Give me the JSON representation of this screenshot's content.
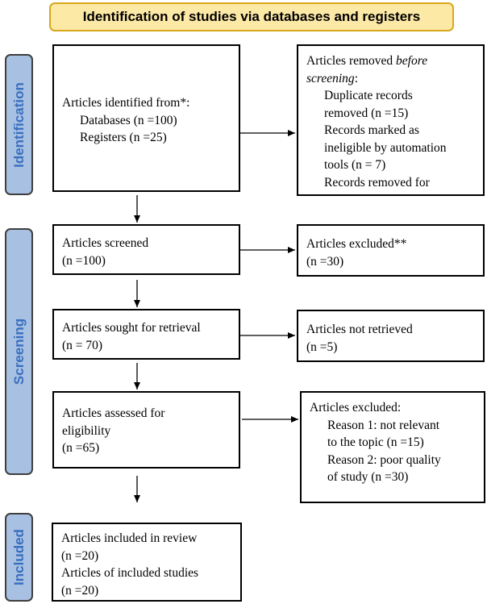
{
  "header": {
    "title": "Identification of studies via databases and registers"
  },
  "phases": {
    "identification": "Identification",
    "screening": "Screening",
    "included": "Included"
  },
  "boxes": {
    "identified": {
      "line1": "Articles identified from*:",
      "databases": "Databases (n =100)",
      "registers": "Registers (n =25)"
    },
    "removed": {
      "prefix": "Articles removed ",
      "emph": "before screening",
      "suffix": ":",
      "duplicate_1": "Duplicate records",
      "duplicate_2": "removed (n =15)",
      "ineligible_1": "Records marked as",
      "ineligible_2": "ineligible by automation",
      "ineligible_3": "tools (n = 7)",
      "other": "Records removed for"
    },
    "screened": {
      "line1": "Articles screened",
      "line2": "(n =100)"
    },
    "excluded_screen": {
      "line1": "Articles excluded**",
      "line2": "(n =30)"
    },
    "sought": {
      "line1": "Articles sought for retrieval",
      "line2": "(n = 70)"
    },
    "not_retrieved": {
      "line1": "Articles not retrieved",
      "line2": "(n =5)"
    },
    "assessed": {
      "line1": "Articles assessed for",
      "line2": "eligibility",
      "line3": "(n =65)"
    },
    "excluded_elig": {
      "line1": "Articles excluded:",
      "reason1_1": "Reason 1: not relevant",
      "reason1_2": "to the topic (n =15)",
      "reason2_1": "Reason 2: poor quality",
      "reason2_2": "of study (n =30)"
    },
    "included": {
      "line1": "Articles included in review",
      "line2": "(n =20)",
      "line3": "Articles of included studies",
      "line4": "(n =20)"
    }
  }
}
